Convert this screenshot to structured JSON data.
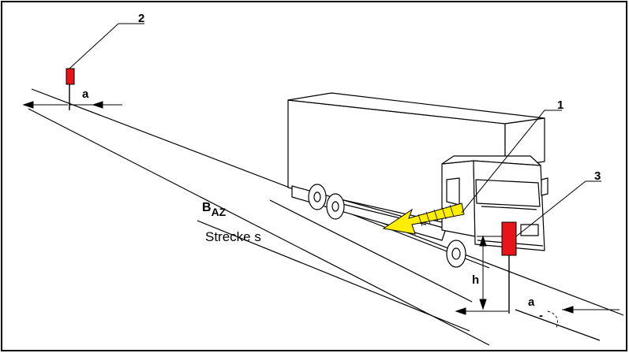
{
  "labels": {
    "callout_1": "1",
    "callout_2": "2",
    "callout_3": "3",
    "dim_a_left": "a",
    "dim_a_right": "a",
    "dim_h": "h",
    "baz_main": "B",
    "baz_sub": "AZ",
    "distance": "Strecke s",
    "minus": "-"
  },
  "colors": {
    "line": "#000000",
    "post_marker": "#e8141a",
    "arrow_fill": "#ffee00",
    "border": "#000000"
  },
  "icons": {
    "vehicle": "truck-icon",
    "sign_post": "reflector-post-icon",
    "headlight_beam": "light-beam-arrow-icon"
  }
}
